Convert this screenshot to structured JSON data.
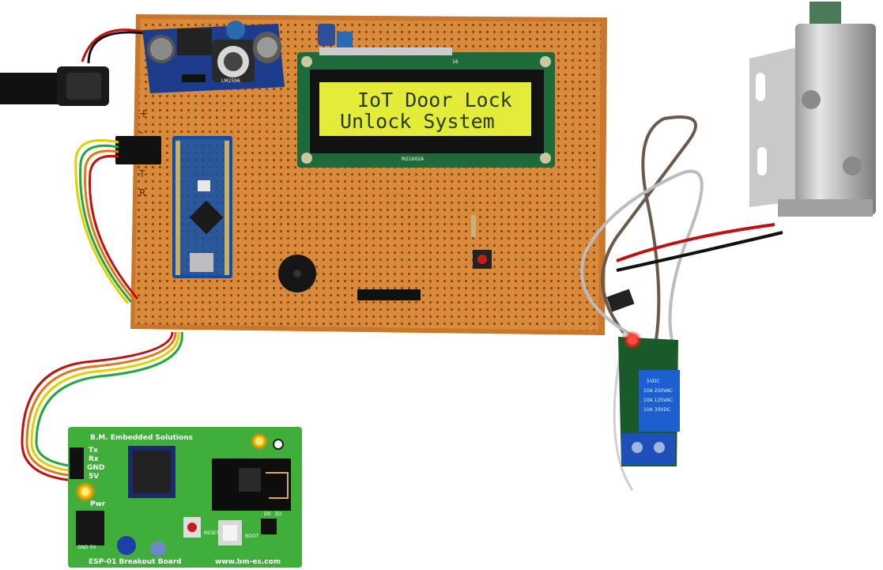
{
  "lcd": {
    "line1": "IoT Door Lock",
    "line2": "Unlock  System",
    "pin_label": "16",
    "model": "RG1602A"
  },
  "main_board": {
    "marks": [
      "+",
      "-",
      "T",
      "R"
    ]
  },
  "buck_converter": {
    "label": "LM2596"
  },
  "esp_board": {
    "title": "B.M. Embedded Solutions",
    "footer": "ESP-01 Breakout Board",
    "url": "www.bm-es.com",
    "pins": [
      "Tx",
      "Rx",
      "GND",
      "5V"
    ],
    "pwr": "Pwr",
    "reset": "RESET",
    "boot": "BOOT",
    "d0": "D0",
    "d2": "D2",
    "gnd5v": "GND 5V"
  },
  "relay": {
    "line1": "5VDC",
    "line2": "10A 250VAC",
    "line3": "10A 125VAC",
    "line4": "10A 30VDC"
  },
  "colors": {
    "pcb_orange": "#d98a3a",
    "esp_green": "#3fae3a",
    "lcd_yellow": "#e4ec3a",
    "relay_blue": "#1b5fd1"
  }
}
